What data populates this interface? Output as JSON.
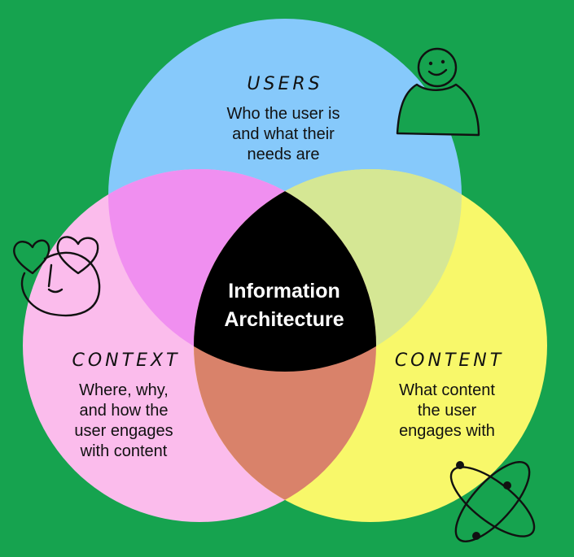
{
  "colors": {
    "background": "#16a34f",
    "users": "#86c9fb",
    "context": "#fbbcec",
    "content": "#f8f86a",
    "users_context": "#f08ff0",
    "users_content": "#d5e794",
    "context_content": "#d9826a",
    "center": "#000000"
  },
  "users": {
    "title": "USERS",
    "desc": [
      "Who the user is",
      "and what their",
      "needs are"
    ]
  },
  "context": {
    "title": "CONTEXT",
    "desc": [
      "Where, why,",
      "and how the",
      "user engages",
      "with content"
    ]
  },
  "content": {
    "title": "CONTENT",
    "desc": [
      "What content",
      "the user",
      "engages with"
    ]
  },
  "center": {
    "lines": [
      "Information",
      "Architecture"
    ]
  },
  "doodles": [
    "person-icon",
    "hearts-face-icon",
    "atom-icon"
  ]
}
